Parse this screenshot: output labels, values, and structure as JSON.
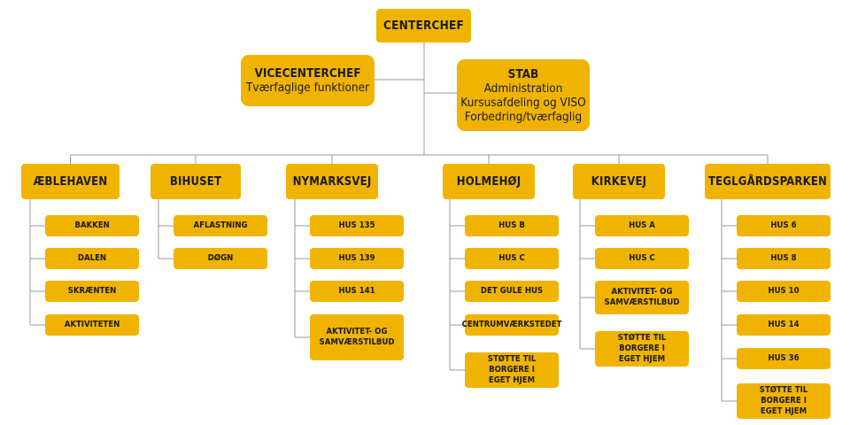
{
  "top": {
    "title": "CENTERCHEF"
  },
  "vicecenterchef": {
    "title": "VICECENTERCHEF",
    "subtitle": "Tværfaglige funktioner"
  },
  "stab": {
    "title": "STAB",
    "lines": [
      "Administration",
      "Kursusafdeling og VISO",
      "Forbedring/tværfaglig"
    ]
  },
  "departments": [
    {
      "name": "ÆBLEHAVEN",
      "units": [
        "BAKKEN",
        "DALEN",
        "SKRÆNTEN",
        "AKTIVITETEN"
      ]
    },
    {
      "name": "BIHUSET",
      "units": [
        "AFLASTNING",
        "DØGN"
      ]
    },
    {
      "name": "NYMARKSVEJ",
      "units": [
        "HUS 135",
        "HUS 139",
        "HUS 141",
        "AKTIVITET- OG\nSAMVÆRSTILBUD"
      ]
    },
    {
      "name": "HOLMEHØJ",
      "units": [
        "HUS B",
        "HUS C",
        "DET GULE HUS",
        "CENTRUMVÆRKSTEDET",
        "STØTTE TIL BORGERE I\nEGET HJEM"
      ]
    },
    {
      "name": "KIRKEVEJ",
      "units": [
        "HUS A",
        "HUS C",
        "AKTIVITET- OG\nSAMVÆRSTILBUD",
        "STØTTE TIL BORGERE I\nEGET HJEM"
      ]
    },
    {
      "name": "TEGLGÅRDSPARKEN",
      "units": [
        "HUS 6",
        "HUS 8",
        "HUS 10",
        "HUS 14",
        "HUS 36",
        "STØTTE TIL BORGERE I\nEGET HJEM"
      ]
    }
  ],
  "colors": {
    "box": "#f0b400",
    "line": "#9a9a9a",
    "text": "#1b1b1b"
  }
}
